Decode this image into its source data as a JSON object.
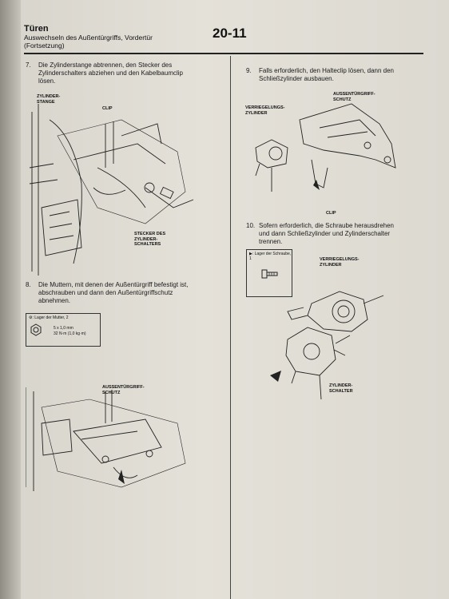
{
  "header": {
    "section": "Türen",
    "subtitle": "Auswechseln des Außentürgriffs, Vordertür",
    "continued": "(Fortsetzung)",
    "page_number": "20-11"
  },
  "steps": [
    {
      "number": "7.",
      "lines": [
        "Die Zylinderstange abtrennen, den Stecker des",
        "Zylinderschalters abziehen und den Kabelbaumclip",
        "lösen."
      ]
    },
    {
      "number": "8.",
      "lines": [
        "Die Muttern, mit denen der Außentürgriff befestigt ist,",
        "abschrauben und dann den Außentürgriffschutz",
        "abnehmen."
      ]
    },
    {
      "number": "9.",
      "lines": [
        "Falls erforderlich, den Halteclip lösen, dann den",
        "Schließzylinder ausbauen."
      ]
    },
    {
      "number": "10.",
      "lines": [
        "Sofern erforderlich, die Schraube herausdrehen",
        "und dann Schließzylinder und Zylinderschalter",
        "trennen."
      ]
    }
  ],
  "figure_labels": {
    "zylinder_stange": [
      "ZYLINDER-",
      "STANGE"
    ],
    "clip_1": "CLIP",
    "stecker": [
      "STECKER DES",
      "ZYLINDER-",
      "SCHALTERS"
    ],
    "schutz_1": [
      "AUSSENTÜRGRIFF-",
      "SCHUTZ"
    ],
    "verriegelung_1": [
      "VERRIEGELUNGS-",
      "ZYLINDER"
    ],
    "schutz_2": [
      "AUSSENTÜRGRIFF-",
      "SCHUTZ"
    ],
    "clip_2": "CLIP",
    "verriegelung_2": [
      "VERRIEGELUNGS-",
      "ZYLINDER"
    ],
    "zylinder_schalter": [
      "ZYLINDER-",
      "SCHALTER"
    ]
  },
  "spec_boxes": {
    "nut": {
      "title": "⚙: Lager der Mutter, 2",
      "size": "5 x 1,0 mm",
      "torque": "32 N·m (1,0 kg·m)"
    },
    "screw": {
      "title": "▶: Lager der Schraube, 1"
    }
  }
}
